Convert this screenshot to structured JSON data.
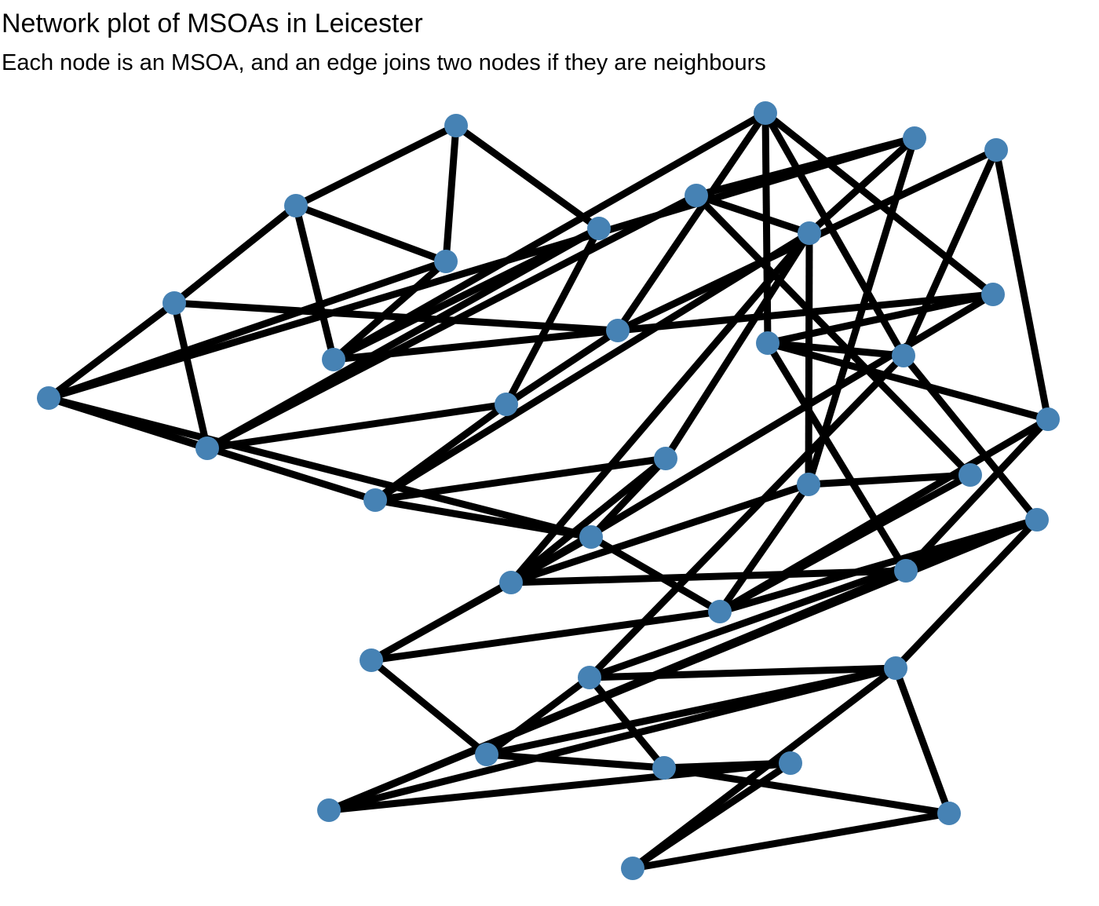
{
  "title": "Network plot of MSOAs in Leicester",
  "subtitle": "Each node is an MSOA, and an edge joins two nodes if they are neighbours",
  "colors": {
    "node": "#4682B4",
    "edge": "#000000",
    "background": "#FFFFFF"
  },
  "network": {
    "node_count": 38,
    "edges": [
      [
        0,
        1
      ],
      [
        0,
        2
      ],
      [
        0,
        3
      ],
      [
        1,
        2
      ],
      [
        1,
        4
      ],
      [
        1,
        5
      ],
      [
        2,
        5
      ],
      [
        2,
        6
      ],
      [
        3,
        5
      ],
      [
        3,
        7
      ],
      [
        3,
        8
      ],
      [
        4,
        6
      ],
      [
        4,
        7
      ],
      [
        4,
        10
      ],
      [
        5,
        10
      ],
      [
        5,
        11
      ],
      [
        6,
        7
      ],
      [
        6,
        9
      ],
      [
        6,
        12
      ],
      [
        6,
        16
      ],
      [
        7,
        8
      ],
      [
        7,
        13
      ],
      [
        8,
        9
      ],
      [
        8,
        10
      ],
      [
        9,
        14
      ],
      [
        9,
        15
      ],
      [
        9,
        16
      ],
      [
        10,
        11
      ],
      [
        10,
        17
      ],
      [
        10,
        18
      ],
      [
        11,
        18
      ],
      [
        11,
        19
      ],
      [
        11,
        20
      ],
      [
        12,
        13
      ],
      [
        12,
        14
      ],
      [
        12,
        23
      ],
      [
        13,
        14
      ],
      [
        13,
        24
      ],
      [
        14,
        15
      ],
      [
        14,
        21
      ],
      [
        14,
        23
      ],
      [
        15,
        16
      ],
      [
        15,
        21
      ],
      [
        16,
        22
      ],
      [
        16,
        25
      ],
      [
        17,
        20
      ],
      [
        17,
        26
      ],
      [
        18,
        19
      ],
      [
        18,
        21
      ],
      [
        19,
        20
      ],
      [
        19,
        26
      ],
      [
        19,
        27
      ],
      [
        20,
        28
      ],
      [
        20,
        29
      ],
      [
        21,
        22
      ],
      [
        21,
        23
      ],
      [
        21,
        27
      ],
      [
        22,
        25
      ],
      [
        22,
        30
      ],
      [
        23,
        24
      ],
      [
        23,
        25
      ],
      [
        24,
        25
      ],
      [
        25,
        26
      ],
      [
        25,
        28
      ],
      [
        26,
        27
      ],
      [
        27,
        28
      ],
      [
        27,
        31
      ],
      [
        28,
        29
      ],
      [
        28,
        31
      ],
      [
        28,
        32
      ],
      [
        29,
        30
      ],
      [
        29,
        32
      ],
      [
        29,
        33
      ],
      [
        30,
        32
      ],
      [
        30,
        33
      ],
      [
        31,
        32
      ],
      [
        31,
        34
      ],
      [
        32,
        35
      ],
      [
        32,
        36
      ],
      [
        33,
        34
      ],
      [
        33,
        35
      ],
      [
        34,
        36
      ],
      [
        35,
        37
      ]
    ]
  }
}
